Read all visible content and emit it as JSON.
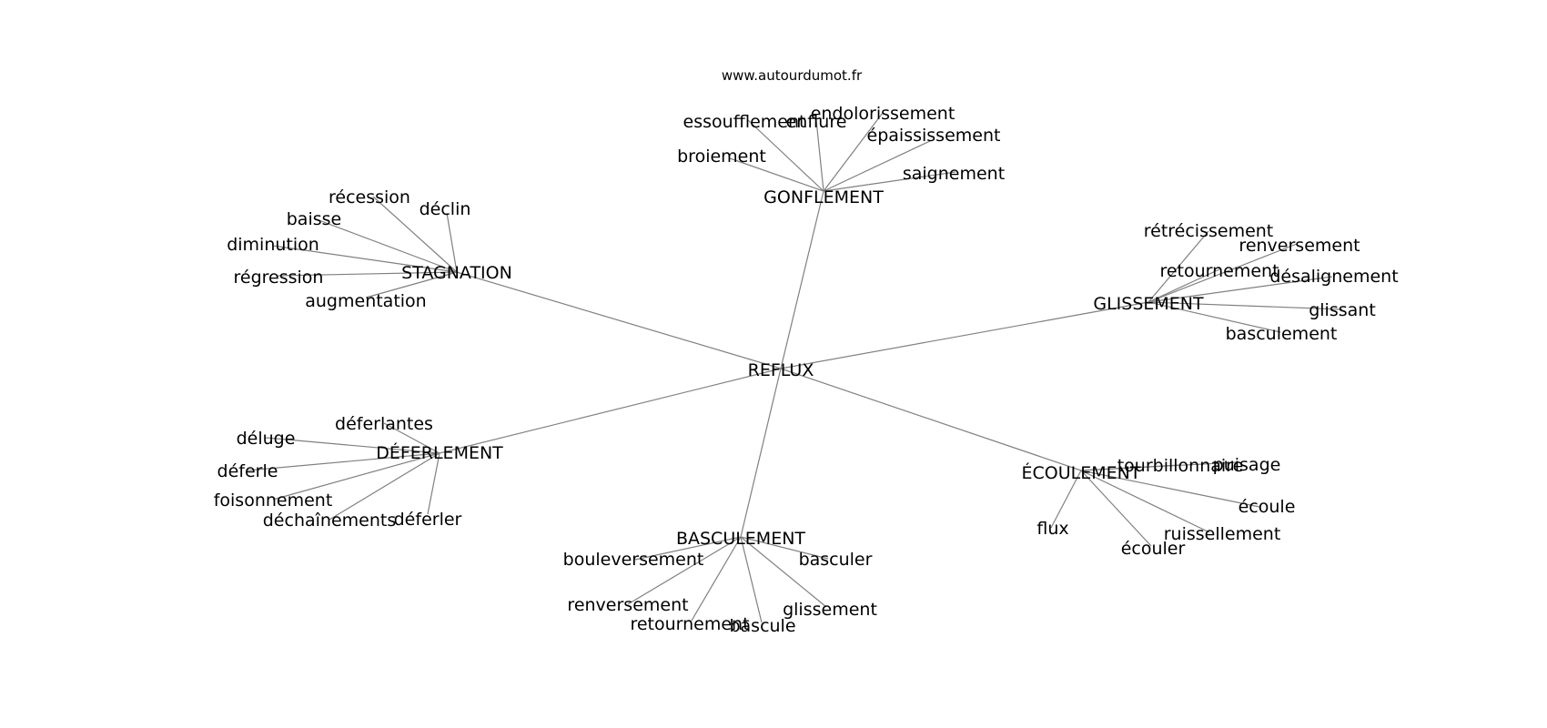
{
  "site": "www.autourdumot.fr",
  "center": "REFLUX",
  "branches": [
    {
      "id": "gonflement",
      "label": "GONFLEMENT",
      "leaves": [
        "broiement",
        "essoufflement",
        "enflure",
        "endolorissement",
        "épaississement",
        "saignement"
      ]
    },
    {
      "id": "stagnation",
      "label": "STAGNATION",
      "leaves": [
        "récession",
        "déclin",
        "baisse",
        "diminution",
        "régression",
        "augmentation"
      ]
    },
    {
      "id": "glissement",
      "label": "GLISSEMENT",
      "leaves": [
        "rétrécissement",
        "renversement",
        "retournement",
        "désalignement",
        "glissant",
        "basculement"
      ]
    },
    {
      "id": "deferlement",
      "label": "DÉFERLEMENT",
      "leaves": [
        "déferlantes",
        "déluge",
        "déferle",
        "foisonnement",
        "déchaînements",
        "déferler"
      ]
    },
    {
      "id": "basculement",
      "label": "BASCULEMENT",
      "leaves": [
        "bouleversement",
        "basculer",
        "renversement",
        "retournement",
        "bascule",
        "glissement"
      ]
    },
    {
      "id": "ecoulement",
      "label": "ÉCOULEMENT",
      "leaves": [
        "tourbillonnaire",
        "puisage",
        "écoule",
        "flux",
        "ruissellement",
        "écouler"
      ]
    }
  ]
}
